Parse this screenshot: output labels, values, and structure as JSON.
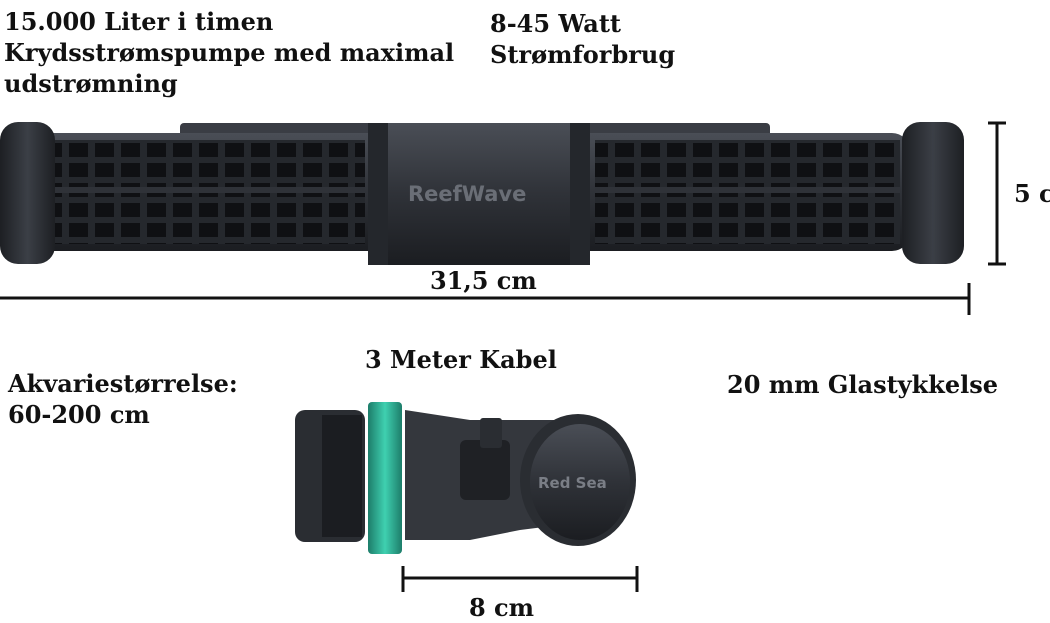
{
  "specs": {
    "flow_line1": "15.000 Liter i timen",
    "flow_line2": "Krydsstrømspumpe med maximal",
    "flow_line3": "udstrømning",
    "power_line1": "8-45 Watt",
    "power_line2": "Strømforbrug",
    "tank_line1": "Akvariestørrelse:",
    "tank_line2": "60-200 cm",
    "cable": "3 Meter Kabel",
    "glass": "20 mm Glastykkelse"
  },
  "dimensions": {
    "length": "31,5 cm",
    "height": "5 c",
    "magnet_width": "8 cm"
  },
  "product": {
    "pump_logo": "ReefWave",
    "mount_logo": "Red Sea"
  },
  "colors": {
    "pump_body": "#2f3238",
    "pump_dark": "#1b1d21",
    "glass_green": "#2fb59a",
    "line": "#111111"
  }
}
